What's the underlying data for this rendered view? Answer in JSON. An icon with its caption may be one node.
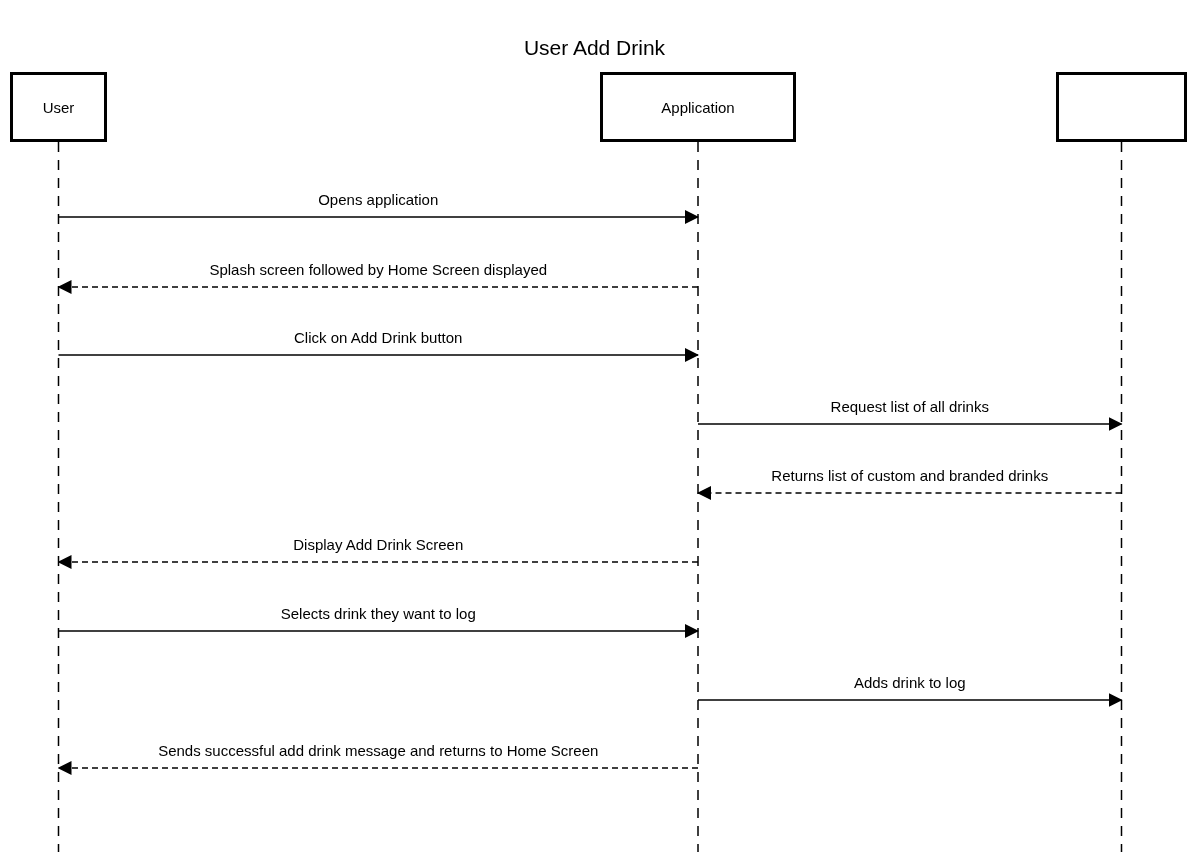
{
  "diagram": {
    "title": "User Add Drink",
    "nodes": [
      {
        "text": [
          "User"
        ]
      },
      {
        "text": [
          "Application"
        ]
      },
      {
        "text": [],
        "shape": "box"
      }
    ],
    "edges": [
      {
        "from": 0,
        "to": 1,
        "arrow": "to",
        "label": "Opens application"
      },
      {
        "from": 1,
        "to": 0,
        "arrow": "to",
        "label": "Splash screen followed by Home Screen displayed",
        "style": "dashed"
      },
      {
        "from": 0,
        "to": 1,
        "arrow": "to",
        "label": "Click on Add Drink button"
      },
      {
        "from": 1,
        "to": 2,
        "arrow": "to",
        "label": "Request list of all drinks"
      },
      {
        "from": 2,
        "to": 1,
        "arrow": "to",
        "label": "Returns list of custom and branded drinks",
        "style": "dashed"
      },
      {
        "from": 1,
        "to": 0,
        "arrow": "to",
        "label": "Display Add Drink Screen",
        "style": "dashed"
      },
      {
        "from": 0,
        "to": 1,
        "arrow": "to",
        "label": "Selects drink they want to log"
      },
      {
        "from": 1,
        "to": 2,
        "arrow": "to",
        "label": "Adds drink to log"
      },
      {
        "from": 1,
        "to": 0,
        "arrow": "to",
        "label": "Sends successful add drink message and returns to Home Screen",
        "style": "dashed"
      }
    ]
  }
}
